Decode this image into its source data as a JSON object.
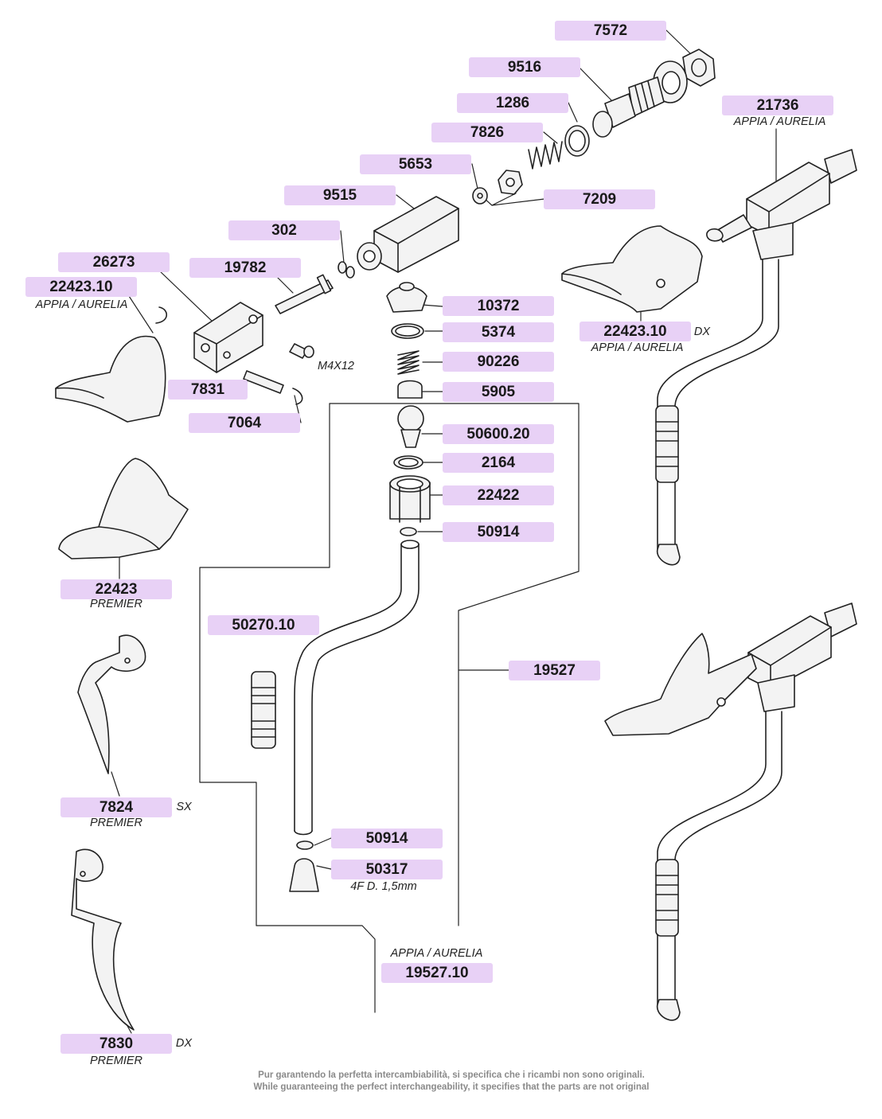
{
  "labels": {
    "p7572": "7572",
    "p9516": "9516",
    "p1286": "1286",
    "p7826": "7826",
    "p5653": "5653",
    "p7209": "7209",
    "p9515": "9515",
    "p302": "302",
    "p26273": "26273",
    "p19782": "19782",
    "p22423_10_left": "22423.10",
    "p10372": "10372",
    "p5374": "5374",
    "p90226": "90226",
    "p5905": "5905",
    "p7831": "7831",
    "p7064": "7064",
    "p50600_20": "50600.20",
    "p2164": "2164",
    "p22422": "22422",
    "p50914_top": "50914",
    "p22423": "22423",
    "p50270_10": "50270.10",
    "p19527": "19527",
    "p7824": "7824",
    "p50914_bottom": "50914",
    "p50317": "50317",
    "p19527_10": "19527.10",
    "p7830": "7830",
    "p21736": "21736",
    "p22423_10_right": "22423.10"
  },
  "notes": {
    "appia_aurelia": "APPIA / AURELIA",
    "premier": "PREMIER",
    "sx": "SX",
    "dx": "DX",
    "m4x12": "M4X12",
    "nozzle_spec": "4F D. 1,5mm"
  },
  "footer": {
    "line_it": "Pur garantendo la perfetta intercambiabilità, si specifica che i ricambi non sono originali.",
    "line_en": "While guaranteeing the perfect interchangeability, it specifies that the parts are not original"
  },
  "colors": {
    "label_bg": "#e8d1f6",
    "line": "#222222",
    "part_fill": "#f3f3f3"
  }
}
